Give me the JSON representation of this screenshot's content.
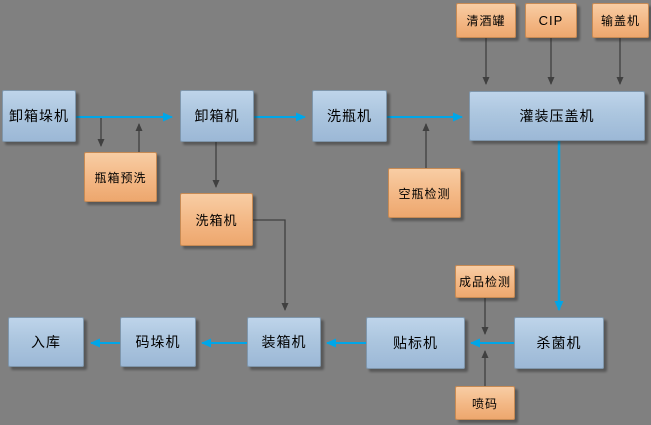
{
  "diagram_type": "flowchart",
  "colors": {
    "background": "#808080",
    "flow_arrow": "#00a6e8",
    "aux_arrow": "#404040",
    "blue_node_fill": "#aac4de",
    "orange_node_fill": "#f3b784"
  },
  "nodes": {
    "unstacker": {
      "label": "卸箱垛机"
    },
    "prewash": {
      "label": "瓶箱预洗"
    },
    "uncaser": {
      "label": "卸箱机"
    },
    "bottle_washer": {
      "label": "洗瓶机"
    },
    "filler_capper": {
      "label": "灌装压盖机"
    },
    "beer_tank": {
      "label": "清酒罐"
    },
    "cip": {
      "label": "CIP"
    },
    "cap_feeder": {
      "label": "输盖机"
    },
    "empty_inspect": {
      "label": "空瓶检测"
    },
    "crate_washer": {
      "label": "洗箱机"
    },
    "warehouse": {
      "label": "入库"
    },
    "palletizer": {
      "label": "码垛机"
    },
    "case_packer": {
      "label": "装箱机"
    },
    "labeler": {
      "label": "贴标机"
    },
    "sterilizer": {
      "label": "杀菌机"
    },
    "product_inspect": {
      "label": "成品检测"
    },
    "inkjet_coder": {
      "label": "喷码"
    }
  }
}
